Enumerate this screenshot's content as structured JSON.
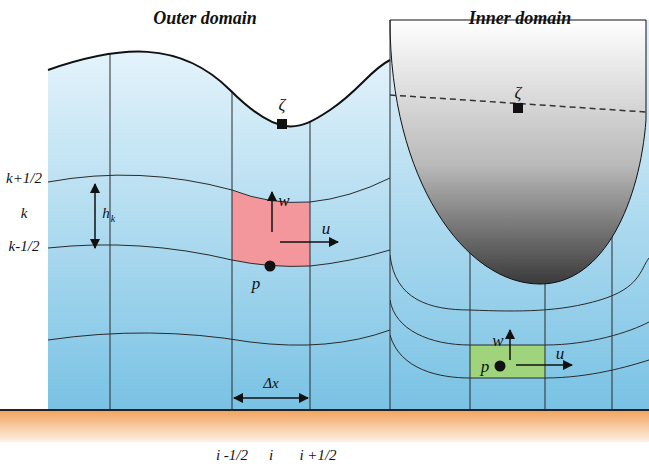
{
  "diagram": {
    "labels": [
      "Outer domain",
      "Inner domain",
      "ζ",
      "ζ",
      "k+1/2",
      "k",
      "k-1/2",
      "h",
      "k",
      "w",
      "u",
      "p",
      "p",
      "w",
      "u",
      "Δx",
      "i -1/2",
      "i",
      "i +1/2"
    ]
  }
}
